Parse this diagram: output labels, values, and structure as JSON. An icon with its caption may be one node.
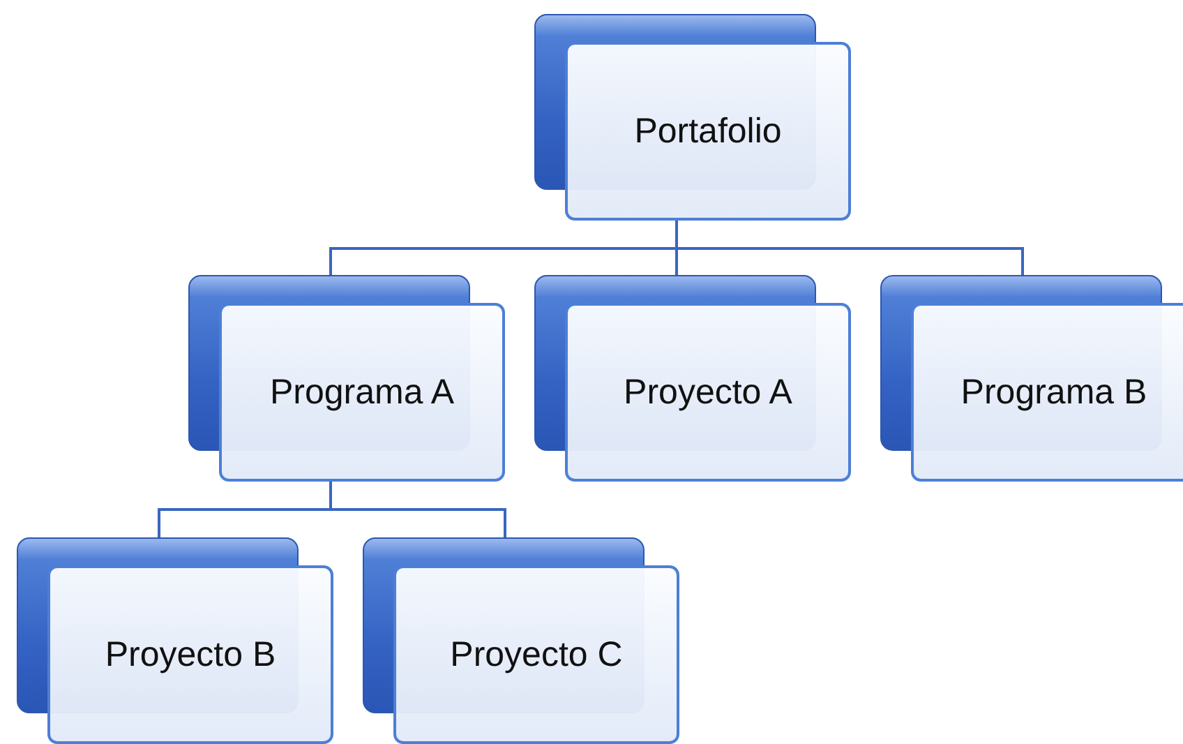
{
  "diagram": {
    "nodes": [
      {
        "text": [
          "Portafolio"
        ]
      },
      {
        "text": [
          "Programa A"
        ]
      },
      {
        "text": [
          "Proyecto A"
        ]
      },
      {
        "text": [
          "Programa B"
        ]
      },
      {
        "text": [
          "Proyecto B"
        ]
      },
      {
        "text": [
          "Proyecto C"
        ]
      }
    ],
    "edges": [
      {
        "from": 0,
        "to": 1,
        "arrow": "none"
      },
      {
        "from": 0,
        "to": 2,
        "arrow": "none"
      },
      {
        "from": 0,
        "to": 3,
        "arrow": "none"
      },
      {
        "from": 1,
        "to": 4,
        "arrow": "none"
      },
      {
        "from": 1,
        "to": 5,
        "arrow": "none"
      }
    ]
  }
}
